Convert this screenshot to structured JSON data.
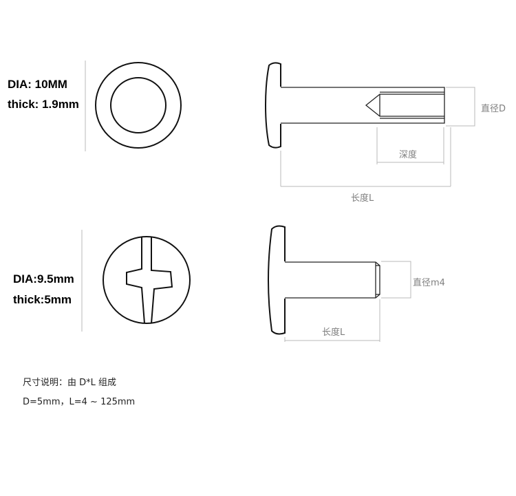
{
  "top_fitting": {
    "dia_label": "DIA: 10MM",
    "thick_label": "thick: 1.9mm",
    "dim_diameter": "直径D",
    "dim_depth": "深度",
    "dim_length": "长度L"
  },
  "bottom_screw": {
    "dia_label": "DIA:9.5mm",
    "thick_label": "thick:5mm",
    "dim_diameter": "直径m4",
    "dim_length": "长度L"
  },
  "notes": {
    "line1": "尺寸说明：由 D*L 组成",
    "line2": "D=5mm，L=4 ~ 125mm"
  }
}
